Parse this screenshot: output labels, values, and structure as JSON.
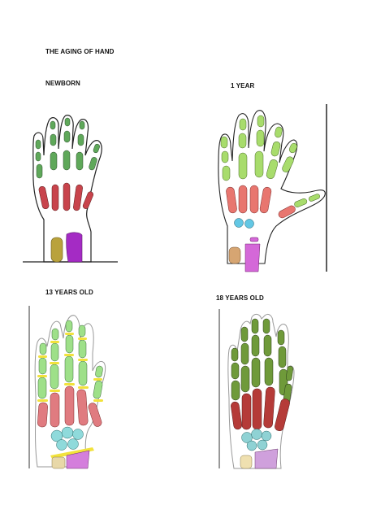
{
  "document": {
    "title": "THE AGING OF HAND"
  },
  "stages": [
    {
      "label": "NEWBORN"
    },
    {
      "label": "1 YEAR"
    },
    {
      "label": "13 YEARS OLD"
    },
    {
      "label": "18 YEARS OLD"
    }
  ],
  "colors": {
    "outline": "#222222",
    "newborn_phalanx": "#5fa85a",
    "newborn_metacarpal": "#c8444c",
    "radius_newborn": "#a42bc4",
    "ulna_newborn": "#b9a23c",
    "year1_phalanx": "#a8dc6c",
    "year1_metacarpal": "#e8766f",
    "carpal_year1": "#63c7e4",
    "radius_year1": "#d468d8",
    "ulna_year1": "#d6a572",
    "teen_phalanx": "#9ee089",
    "growth_plate": "#f2e23b",
    "teen_metacarpal": "#e07b80",
    "carpal_teen": "#8fdadb",
    "radius_teen": "#d47edc",
    "ulna_teen": "#e8d8a8",
    "adult_phalanx": "#6f9a3a",
    "adult_metacarpal": "#b53b38",
    "carpal_adult": "#8fd2d4",
    "radius_adult": "#cfa0dc",
    "ulna_adult": "#efe0b0"
  }
}
